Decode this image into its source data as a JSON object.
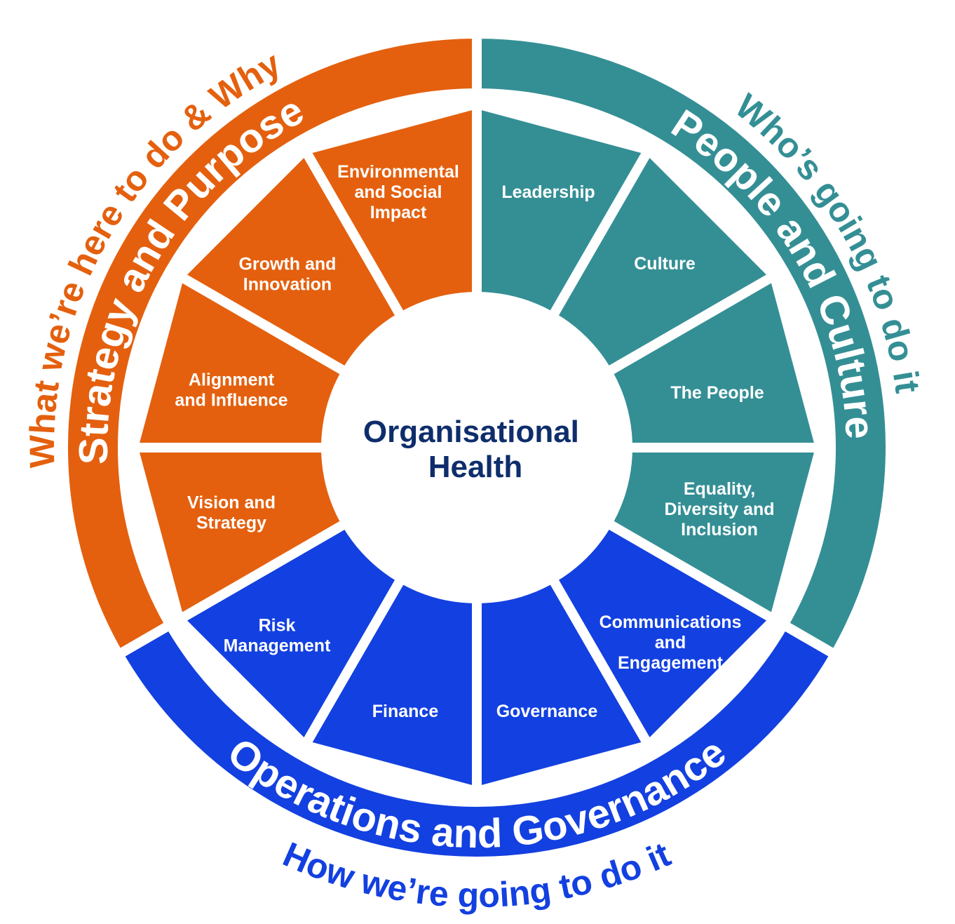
{
  "center": {
    "lines": [
      "Organisational",
      "Health"
    ],
    "color": "#0e2d6b"
  },
  "groups": [
    {
      "id": "people",
      "band_label": "People and Culture",
      "outer_label": "Who’s going to do it",
      "color": "#348f95"
    },
    {
      "id": "operations",
      "band_label": "Operations and Governance",
      "outer_label": "How we’re going to do it",
      "color": "#1340e0"
    },
    {
      "id": "strategy",
      "band_label": "Strategy and Purpose",
      "outer_label": "What we’re here to do & Why",
      "color": "#e4600e"
    }
  ],
  "segments": [
    {
      "group": 0,
      "lines": [
        "Leadership"
      ]
    },
    {
      "group": 0,
      "lines": [
        "Culture"
      ]
    },
    {
      "group": 0,
      "lines": [
        "The People"
      ]
    },
    {
      "group": 0,
      "lines": [
        "Equality,",
        "Diversity and",
        "Inclusion"
      ]
    },
    {
      "group": 1,
      "lines": [
        "Communications",
        "and",
        "Engagement"
      ]
    },
    {
      "group": 1,
      "lines": [
        "Governance"
      ]
    },
    {
      "group": 1,
      "lines": [
        "Finance"
      ]
    },
    {
      "group": 1,
      "lines": [
        "Risk",
        "Management"
      ]
    },
    {
      "group": 2,
      "lines": [
        "Vision and",
        "Strategy"
      ]
    },
    {
      "group": 2,
      "lines": [
        "Alignment",
        "and Influence"
      ]
    },
    {
      "group": 2,
      "lines": [
        "Growth and",
        "Innovation"
      ]
    },
    {
      "group": 2,
      "lines": [
        "Environmental",
        "and Social",
        "Impact"
      ]
    }
  ]
}
